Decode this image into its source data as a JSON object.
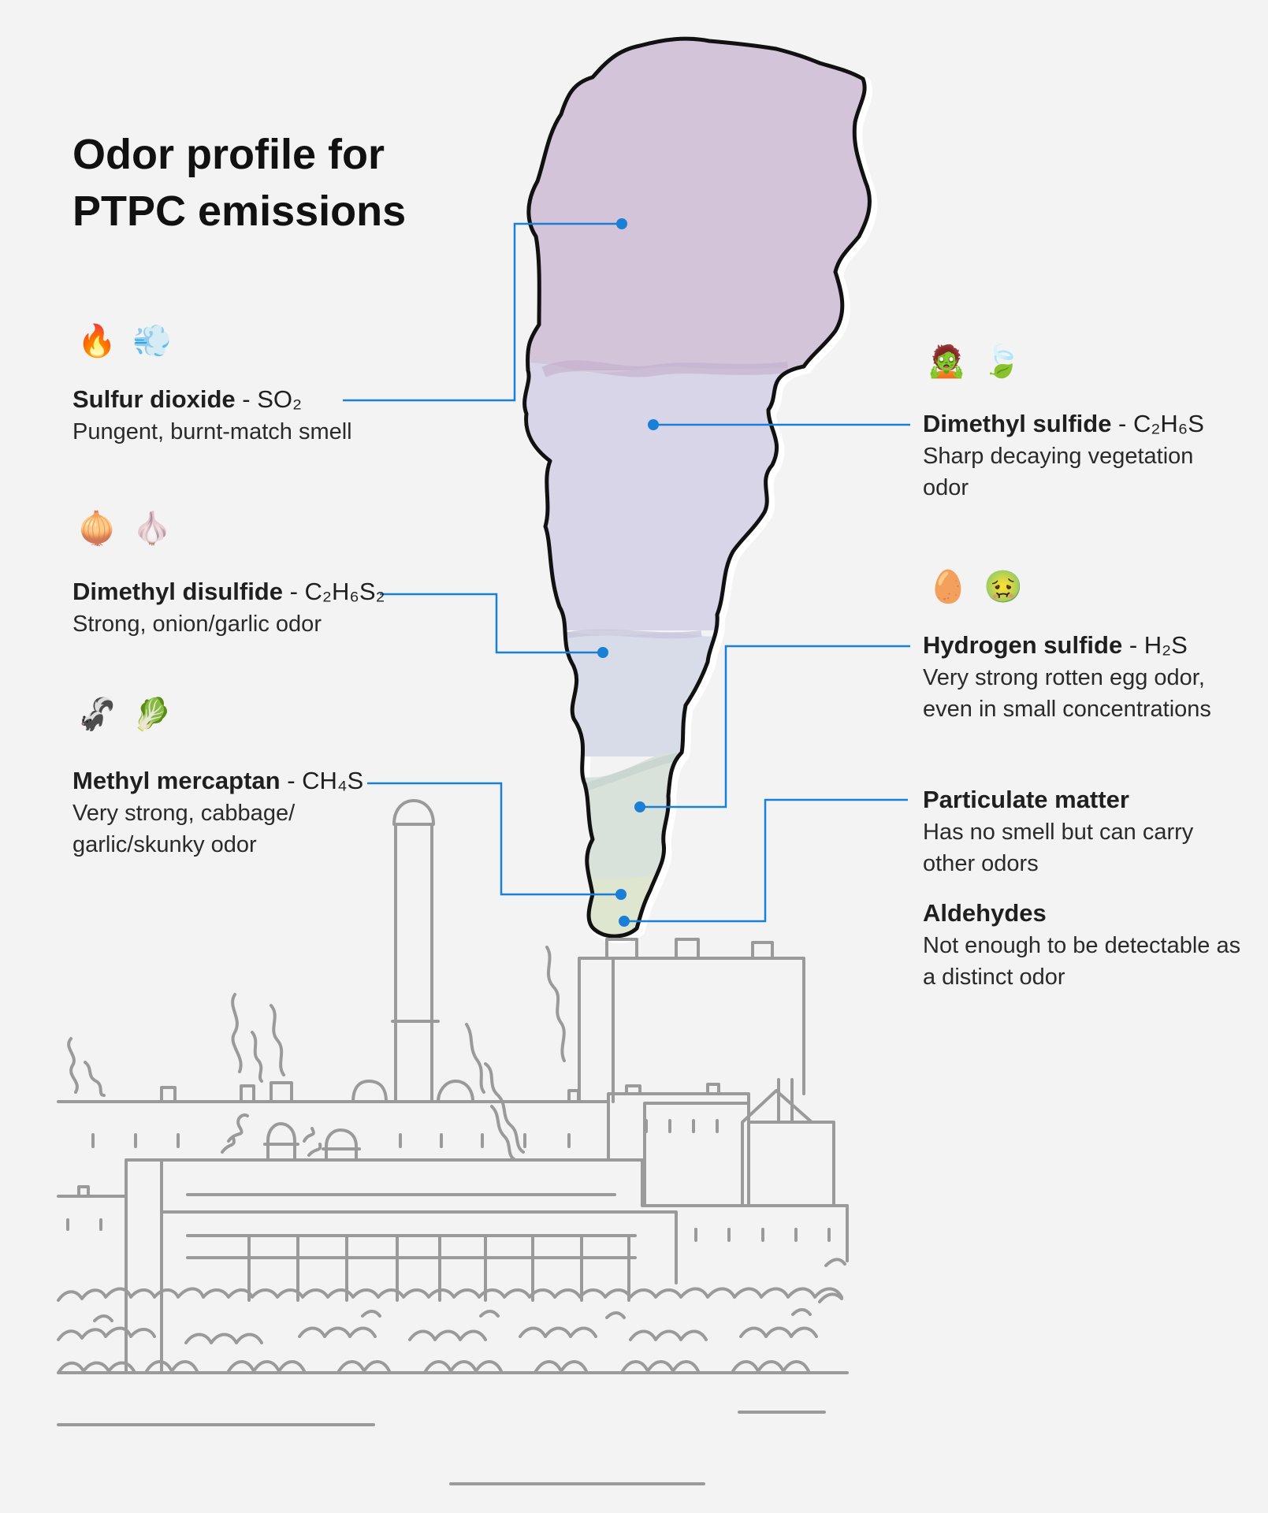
{
  "title": {
    "line1": "Odor profile for",
    "line2": "PTPC emissions"
  },
  "compounds": [
    {
      "name": "Sulfur dioxide",
      "formula": " - SO₂",
      "description": "Pungent, burnt-match smell",
      "icons": [
        "fire-icon",
        "wind-puff-icon"
      ],
      "icon_glyphs": [
        "🔥",
        "💨"
      ]
    },
    {
      "name": "Dimethyl disulfide",
      "formula": " - C₂H₆S₂",
      "description": "Strong, onion/garlic odor",
      "icons": [
        "onion-icon",
        "garlic-icon"
      ],
      "icon_glyphs": [
        "🧅",
        "🧄"
      ]
    },
    {
      "name": "Methyl mercaptan",
      "formula": " - CH₄S",
      "description": "Very strong, cabbage/ garlic/skunky odor",
      "icons": [
        "skunk-icon",
        "leafy-greens-icon"
      ],
      "icon_glyphs": [
        "🦨",
        "🥬"
      ]
    },
    {
      "name": "Dimethyl sulfide",
      "formula": " - C₂H₆S",
      "description": "Sharp decaying vegetation odor",
      "icons": [
        "zombie-icon",
        "leaf-icon"
      ],
      "icon_glyphs": [
        "🧟",
        "🍃"
      ]
    },
    {
      "name": "Hydrogen sulfide",
      "formula": " - H₂S",
      "description": "Very strong rotten egg odor, even in small concentrations",
      "icons": [
        "egg-icon",
        "nauseated-face-icon"
      ],
      "icon_glyphs": [
        "🥚",
        "🤢"
      ]
    },
    {
      "name": "Particulate matter",
      "formula": "",
      "description": "Has no smell but can carry other odors"
    },
    {
      "name": "Aldehydes",
      "formula": "",
      "description": "Not enough to be detectable as a distinct odor"
    }
  ],
  "colors": {
    "background": "#f3f3f3",
    "leader_line": "#1a7fd6",
    "plume_band_sulfur_dioxide": "#d3c4da",
    "plume_band_dimethyl_sulfide": "#d9d5e8",
    "plume_band_dimethyl_disulfide": "#d8dce8",
    "plume_band_hydrogen_sulfide": "#d8e2da",
    "plume_band_aldehydes": "#dfe6cf",
    "factory_line": "#9a9a9a",
    "text": "#1f1f1f"
  }
}
